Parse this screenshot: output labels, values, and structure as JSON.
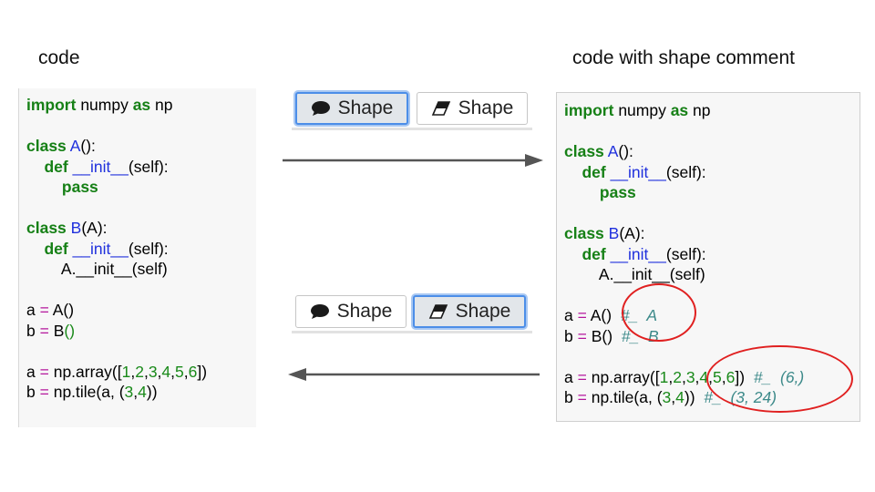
{
  "titles": {
    "left": "code",
    "right": "code with shape comment"
  },
  "buttons": {
    "comment_label": "Shape",
    "eraser_label": "Shape",
    "top_active": "comment",
    "bottom_active": "eraser"
  },
  "code_left": {
    "l1": [
      "import",
      " numpy ",
      "as",
      " np"
    ],
    "l2": [
      "class",
      " ",
      "A",
      "():"
    ],
    "l3": [
      "    def",
      " ",
      "__init__",
      "(self):"
    ],
    "l4": [
      "        pass"
    ],
    "l5": [
      "class",
      " ",
      "B",
      "(A):"
    ],
    "l6": [
      "    def",
      " ",
      "__init__",
      "(self):"
    ],
    "l7": [
      "        A.__init__(self)"
    ],
    "l8": [
      "a ",
      "=",
      " A()"
    ],
    "l9": [
      "b ",
      "=",
      " B",
      "()"
    ],
    "l10": [
      "a ",
      "=",
      " np.array([",
      "1",
      ",",
      "2",
      ",",
      "3",
      ",",
      "4",
      ",",
      "5",
      ",",
      "6",
      "])"
    ],
    "l11": [
      "b ",
      "=",
      " np.tile(a, (",
      "3",
      ",",
      "4",
      "))"
    ]
  },
  "code_right": {
    "c1": "#_  A",
    "c2": "#_  B",
    "c3": "#_  (6,)",
    "c4": "#_  (3, 24)"
  },
  "colors": {
    "keyword": "#168016",
    "name": "#1f30dd",
    "number": "#1a8a1a",
    "operator": "#b5169c",
    "comment": "#3d8a8a",
    "circle": "#e02020",
    "active_border": "#4c8ee8"
  }
}
